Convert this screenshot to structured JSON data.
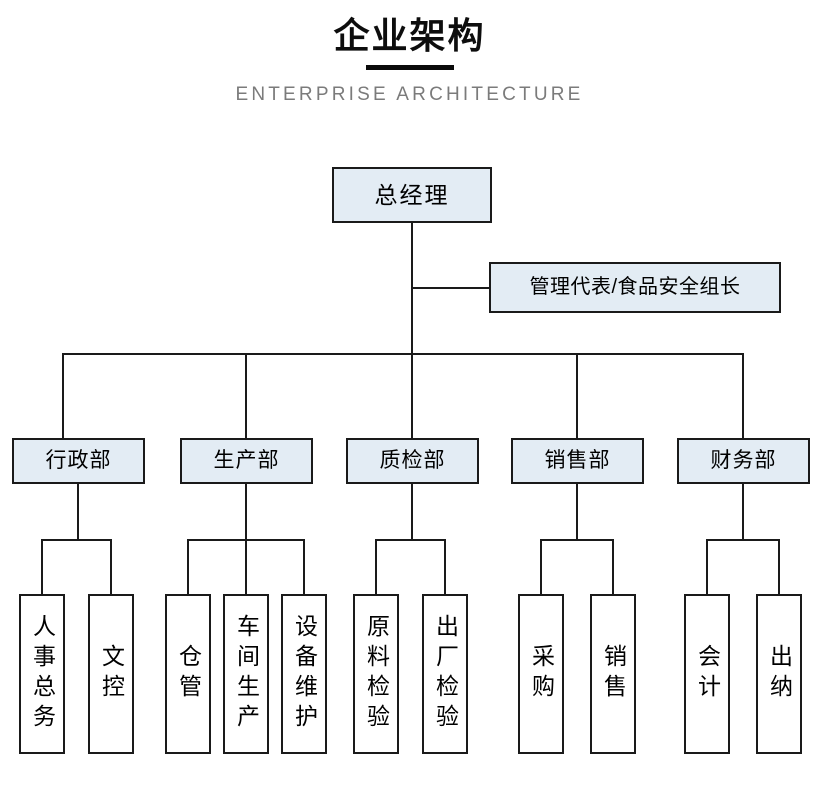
{
  "header": {
    "title": "企业架构",
    "subtitle": "ENTERPRISE ARCHITECTURE",
    "divider": "title-divider"
  },
  "theme": {
    "box_fill": "#e3ecf4",
    "box_fill_leaf": "#ffffff",
    "border_color": "#1a1a1a",
    "line_color": "#1a1a1a",
    "title_color": "#0d0d0d",
    "subtitle_color": "#7b7b7b",
    "background": "#ffffff"
  },
  "org": {
    "root": {
      "label": "总经理"
    },
    "staff": {
      "label": "管理代表/食品安全组长"
    },
    "departments": [
      {
        "label": "行政部",
        "children": [
          {
            "label": "人事总务"
          },
          {
            "label": "文控"
          }
        ]
      },
      {
        "label": "生产部",
        "children": [
          {
            "label": "仓管"
          },
          {
            "label": "车间生产"
          },
          {
            "label": "设备维护"
          }
        ]
      },
      {
        "label": "质检部",
        "children": [
          {
            "label": "原料检验"
          },
          {
            "label": "出厂检验"
          }
        ]
      },
      {
        "label": "销售部",
        "children": [
          {
            "label": "采购"
          },
          {
            "label": "销售"
          }
        ]
      },
      {
        "label": "财务部",
        "children": [
          {
            "label": "会计"
          },
          {
            "label": "出纳"
          }
        ]
      }
    ]
  }
}
